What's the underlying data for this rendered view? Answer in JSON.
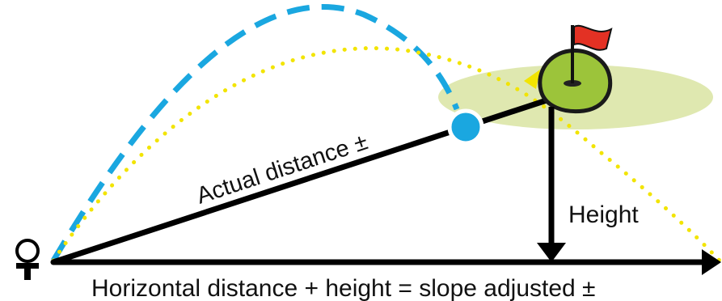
{
  "labels": {
    "actual_distance": "Actual distance ±",
    "height": "Height",
    "horizontal": "Horizontal distance + height = slope adjusted ±"
  },
  "colors": {
    "line": "#000000",
    "dashed_shot": "#1aa7e0",
    "dotted_shot": "#f2e400",
    "green_area": "#dfe8b0",
    "putting_green": "#9cc43a",
    "green_outline": "#1a1a1a",
    "flag": "#e33124",
    "ball": "#1aa7e0",
    "landing_arrow": "#f2e400"
  },
  "icons": {
    "tee": "tee-ball-icon",
    "flag": "pin-flag-icon",
    "ball": "golf-ball-icon"
  }
}
